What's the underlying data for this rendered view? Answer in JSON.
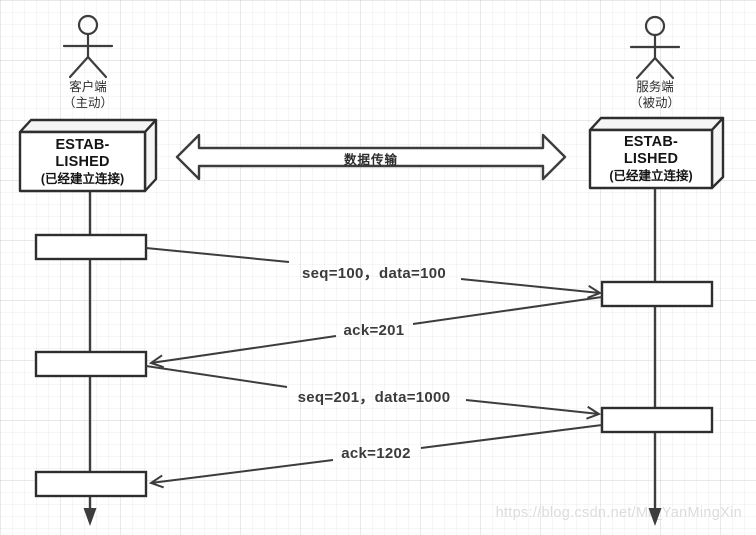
{
  "page": {
    "watermark": "https://blog.csdn.net/Mr_YanMingXin"
  },
  "actors": {
    "client": {
      "name": "客户端",
      "role": "（主动）"
    },
    "server": {
      "name": "服务端",
      "role": "（被动）"
    }
  },
  "states": {
    "client": {
      "line1": "ESTAB-",
      "line2": "LISHED",
      "line3": "(已经建立连接)"
    },
    "server": {
      "line1": "ESTAB-",
      "line2": "LISHED",
      "line3": "(已经建立连接)"
    }
  },
  "channel": {
    "label": "数据传输"
  },
  "messages": [
    {
      "label": "seq=100，data=100",
      "from": "client",
      "to": "server"
    },
    {
      "label": "ack=201",
      "from": "server",
      "to": "client"
    },
    {
      "label": "seq=201，data=1000",
      "from": "client",
      "to": "server"
    },
    {
      "label": "ack=1202",
      "from": "server",
      "to": "client"
    }
  ],
  "colors": {
    "stroke": "#3d3d3d",
    "label_text": "#3b3b3b",
    "watermark": "#dcdcdc",
    "cube_side": "#f5f5f5"
  }
}
